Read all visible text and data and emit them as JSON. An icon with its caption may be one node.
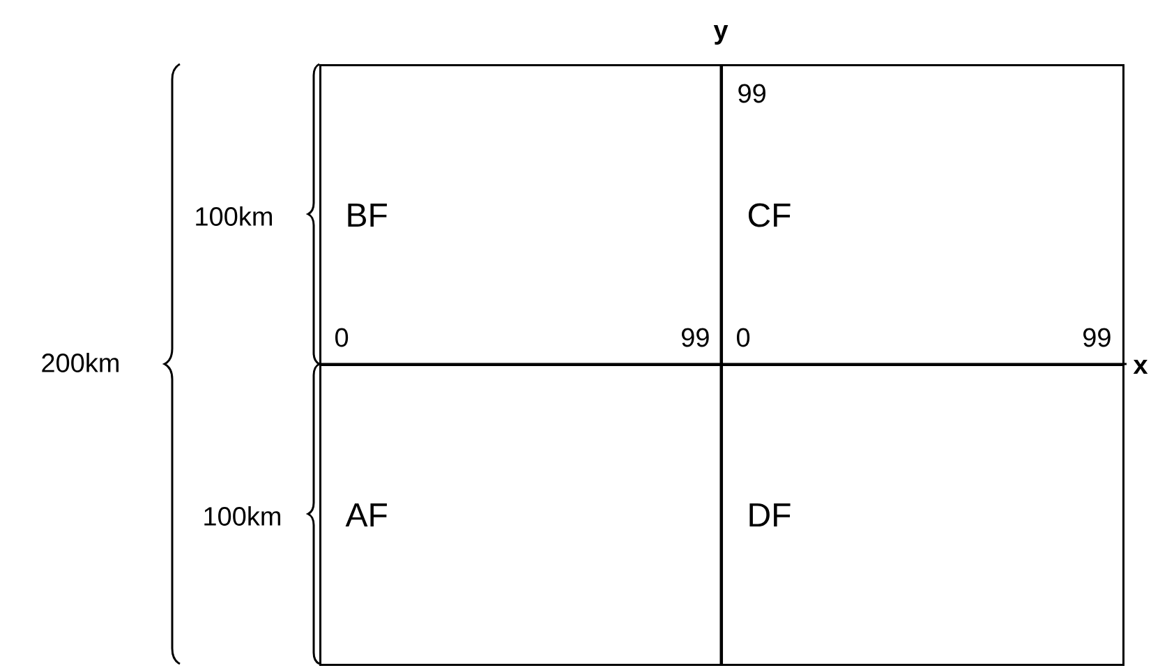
{
  "diagram": {
    "nodes": [
      {
        "text": [
          "BF"
        ]
      },
      {
        "text": [
          "CF"
        ]
      },
      {
        "text": [
          "AF"
        ]
      },
      {
        "text": [
          "DF"
        ]
      }
    ],
    "labels": [
      "y",
      "99",
      "100km",
      "0",
      "99",
      "0",
      "99",
      "200km",
      "x",
      "100km"
    ]
  }
}
